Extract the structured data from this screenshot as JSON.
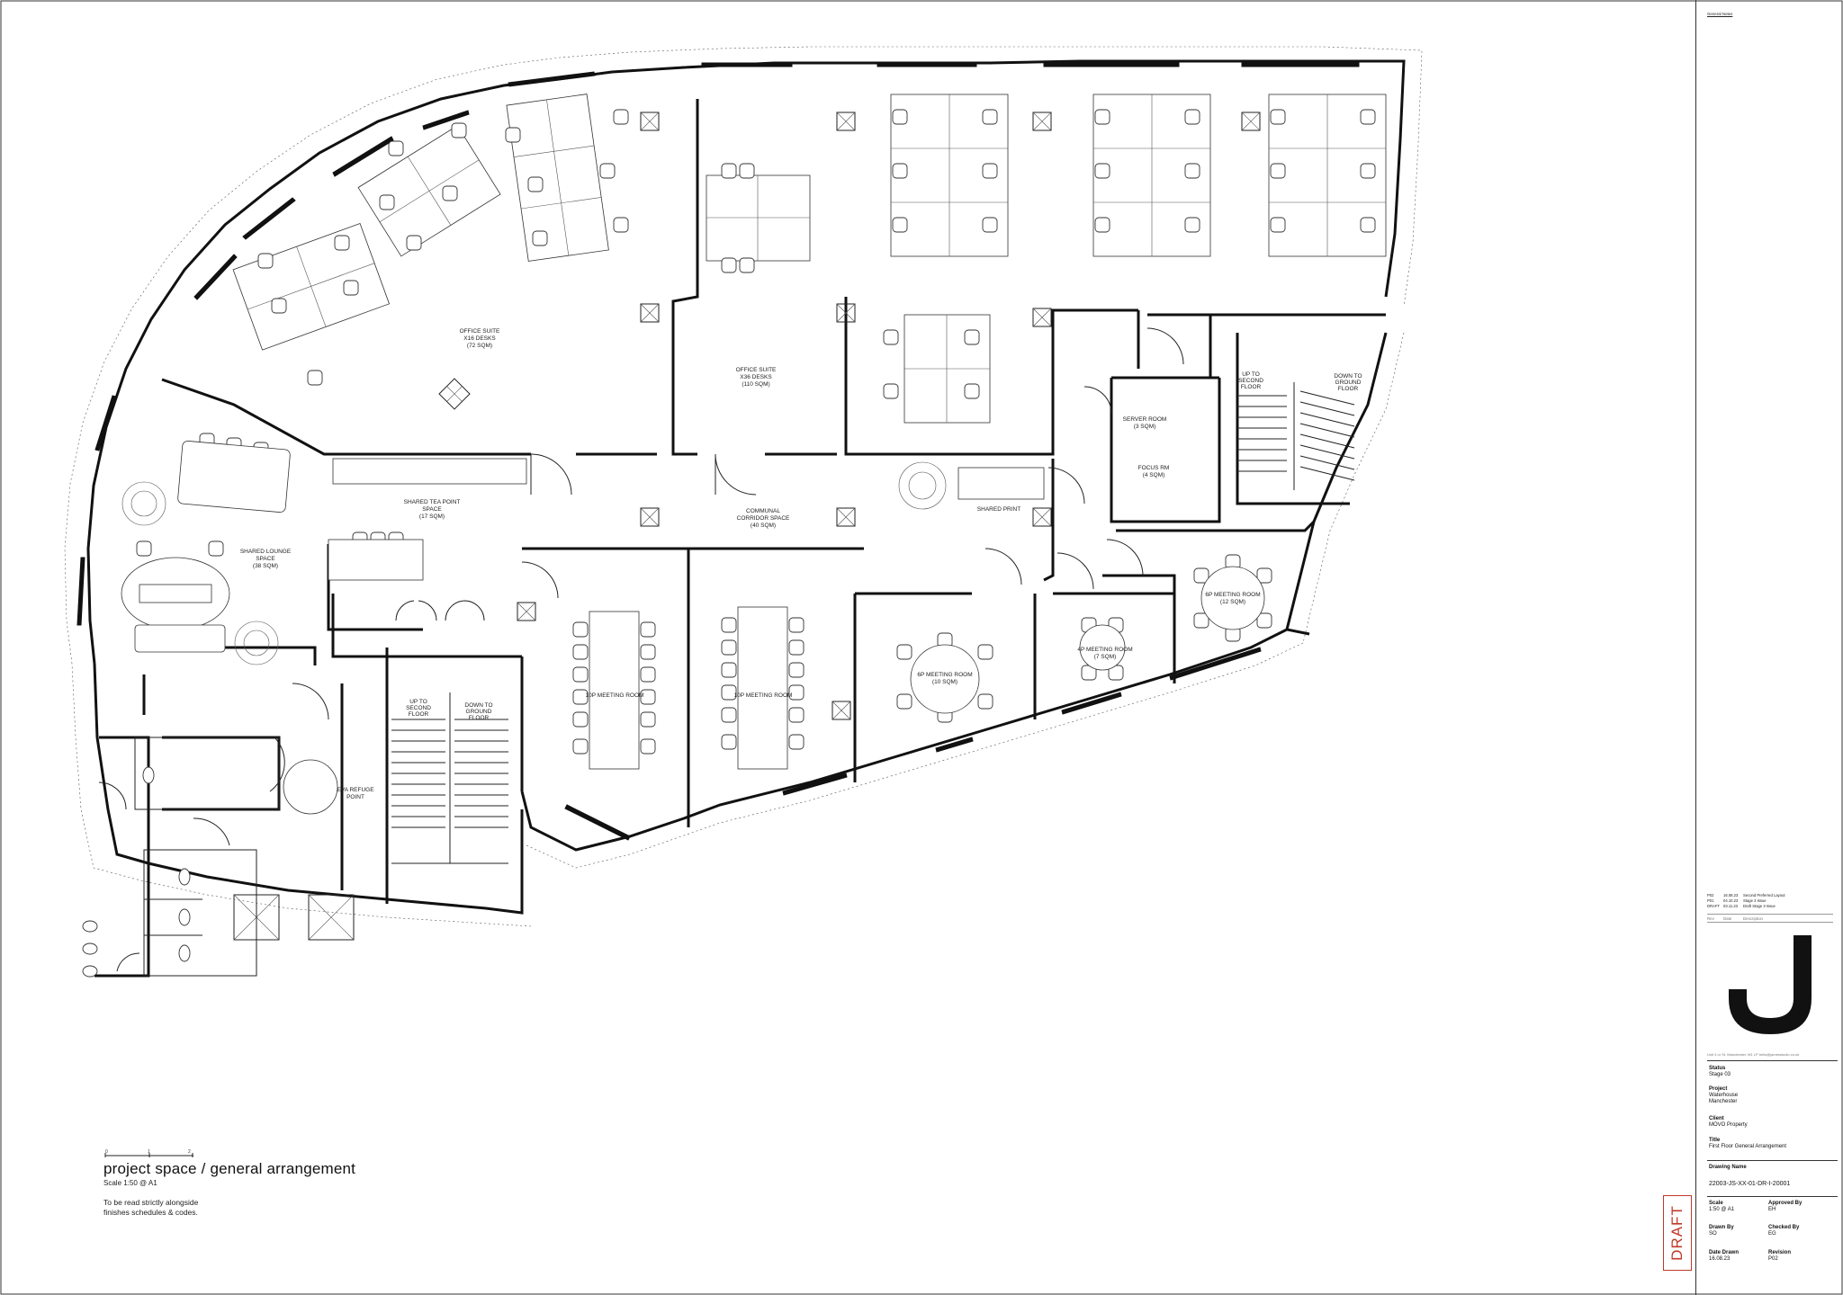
{
  "drawing": {
    "title": "project space / general arrangement",
    "scale_note": "Scale 1:50 @ A1",
    "read_note_line1": "To be read strictly alongside",
    "read_note_line2": "finishes schedules & codes.",
    "scale_ticks": [
      "0",
      "1",
      "2"
    ],
    "stamp": "DRAFT"
  },
  "rooms": {
    "office_suite_a_1": "OFFICE SUITE",
    "office_suite_a_2": "X16 DESKS",
    "office_suite_a_3": "(72 SQM)",
    "office_suite_b_1": "OFFICE SUITE",
    "office_suite_b_2": "X36 DESKS",
    "office_suite_b_3": "(110 SQM)",
    "tea_1": "SHARED TEA POINT",
    "tea_2": "SPACE",
    "tea_3": "(17 SQM)",
    "lounge_1": "SHARED LOUNGE",
    "lounge_2": "SPACE",
    "lounge_3": "(38 SQM)",
    "corridor_1": "COMMUNAL",
    "corridor_2": "CORRIDOR SPACE",
    "corridor_3": "(40 SQM)",
    "print": "SHARED PRINT",
    "server_1": "SERVER ROOM",
    "server_2": "(3 SQM)",
    "focus_1": "FOCUS RM",
    "focus_2": "(4 SQM)",
    "meeting10_a": "10P MEETING ROOM",
    "meeting10_b": "10P MEETING ROOM",
    "meeting6_1": "6P MEETING ROOM",
    "meeting6_2": "(10 SQM)",
    "meeting4_1": "4P MEETING ROOM",
    "meeting4_2": "(7 SQM)",
    "meeting6b_1": "6P MEETING ROOM",
    "meeting6b_2": "(12 SQM)",
    "refuge_1": "EVA REFUGE",
    "refuge_2": "POINT",
    "stair_up_1": "UP TO",
    "stair_up_2": "SECOND",
    "stair_up_3": "FLOOR",
    "stair_down_1": "DOWN TO",
    "stair_down_2": "GROUND",
    "stair_down_3": "FLOOR"
  },
  "title_block": {
    "notes_heading": "General Notes",
    "revisions": [
      {
        "rev": "P02",
        "date": "16.08.23",
        "desc": "Second Preferred Layout"
      },
      {
        "rev": "P01",
        "date": "04.10.23",
        "desc": "Stage 3 Issue"
      },
      {
        "rev": "DRAFT",
        "date": "03.11.23",
        "desc": "Draft Stage 3 Issue"
      }
    ],
    "rev_header": [
      "Rev",
      "Date",
      "Description"
    ],
    "address": "Unit 4 or St. Manchester, M1 LP hello@jamesstudio.co.uk",
    "status_label": "Status",
    "status_value": "Stage 03",
    "project_label": "Project",
    "project_value_1": "Waterhouse",
    "project_value_2": "Manchester",
    "client_label": "Client",
    "client_value": "MOVO Property",
    "title_label": "Title",
    "title_value": "First Floor General Arrangement",
    "drawing_no_label": "Drawing Name",
    "drawing_no_value": "22003-JS-XX-01-DR-I-20001",
    "scale_label": "Scale",
    "scale_value": "1:50 @ A1",
    "approved_label": "Approved By",
    "approved_value": "EH",
    "drawn_label": "Drawn By",
    "drawn_value": "SO",
    "checked_label": "Checked By",
    "checked_value": "EG",
    "date_label": "Date Drawn",
    "date_value": "16.08.23",
    "revision_label": "Revision",
    "revision_value": "P02"
  }
}
